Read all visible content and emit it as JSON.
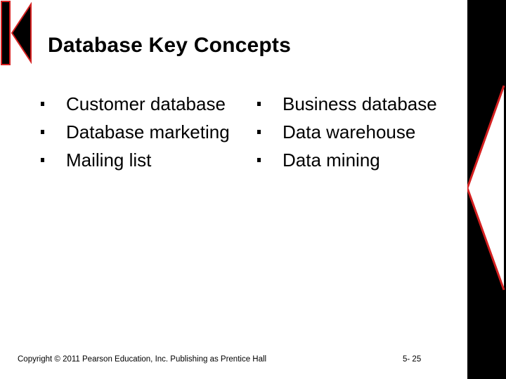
{
  "title": "Database Key Concepts",
  "bullets_left": [
    "Customer database",
    "Database marketing",
    "Mailing list"
  ],
  "bullets_right": [
    "Business database",
    "Data warehouse",
    "Data mining"
  ],
  "footer": {
    "copyright": "Copyright © 2011 Pearson Education, Inc. Publishing as Prentice Hall",
    "page_number": "5- 25"
  },
  "colors": {
    "accent_red": "#d42020",
    "bar_black": "#000000"
  },
  "icons": {
    "logo": "k-logo-mark",
    "side_bar": "right-decorative-bar"
  }
}
